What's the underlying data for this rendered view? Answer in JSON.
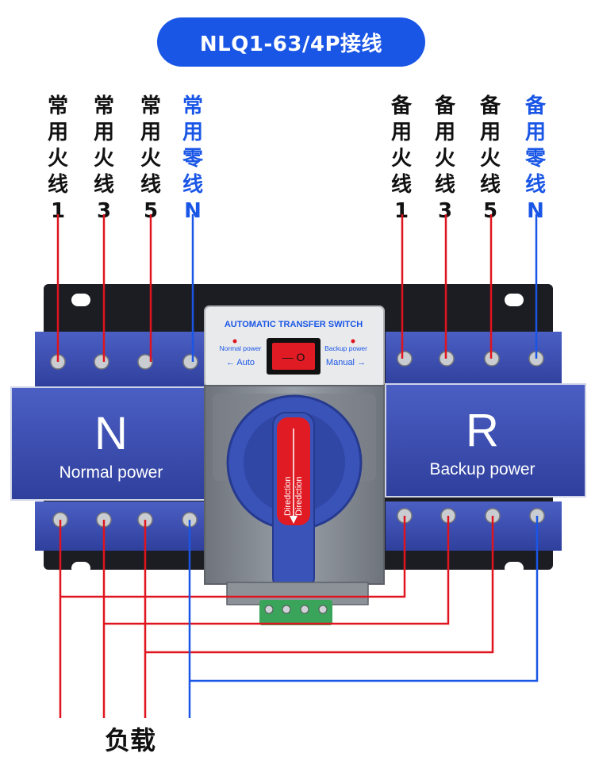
{
  "title": "NLQ1-63/4P接线",
  "normal_labels": [
    {
      "chars": [
        "常",
        "用",
        "火",
        "线",
        "1"
      ],
      "color": "black"
    },
    {
      "chars": [
        "常",
        "用",
        "火",
        "线",
        "3"
      ],
      "color": "black"
    },
    {
      "chars": [
        "常",
        "用",
        "火",
        "线",
        "5"
      ],
      "color": "black"
    },
    {
      "chars": [
        "常",
        "用",
        "零",
        "线",
        "N"
      ],
      "color": "blue"
    }
  ],
  "backup_labels": [
    {
      "chars": [
        "备",
        "用",
        "火",
        "线",
        "1"
      ],
      "color": "black"
    },
    {
      "chars": [
        "备",
        "用",
        "火",
        "线",
        "3"
      ],
      "color": "black"
    },
    {
      "chars": [
        "备",
        "用",
        "火",
        "线",
        "5"
      ],
      "color": "black"
    },
    {
      "chars": [
        "备",
        "用",
        "零",
        "线",
        "N"
      ],
      "color": "blue"
    }
  ],
  "device": {
    "header": "AUTOMATIC TRANSFER SWITCH",
    "normal_power_small": "Normal power",
    "backup_power_small": "Backup power",
    "auto": "← Auto",
    "manual": "Manual →",
    "rocker_text": "—  O",
    "left_letter": "N",
    "left_caption": "Normal power",
    "right_letter": "R",
    "right_caption": "Backup power",
    "handle_text_1": "Diredction",
    "handle_text_2": "Diredction"
  },
  "load_label": "负载",
  "colors": {
    "live": "#e0141e",
    "neutral": "#1a56e6",
    "panel": "#3c4fb0",
    "accent": "#1a56e6"
  }
}
